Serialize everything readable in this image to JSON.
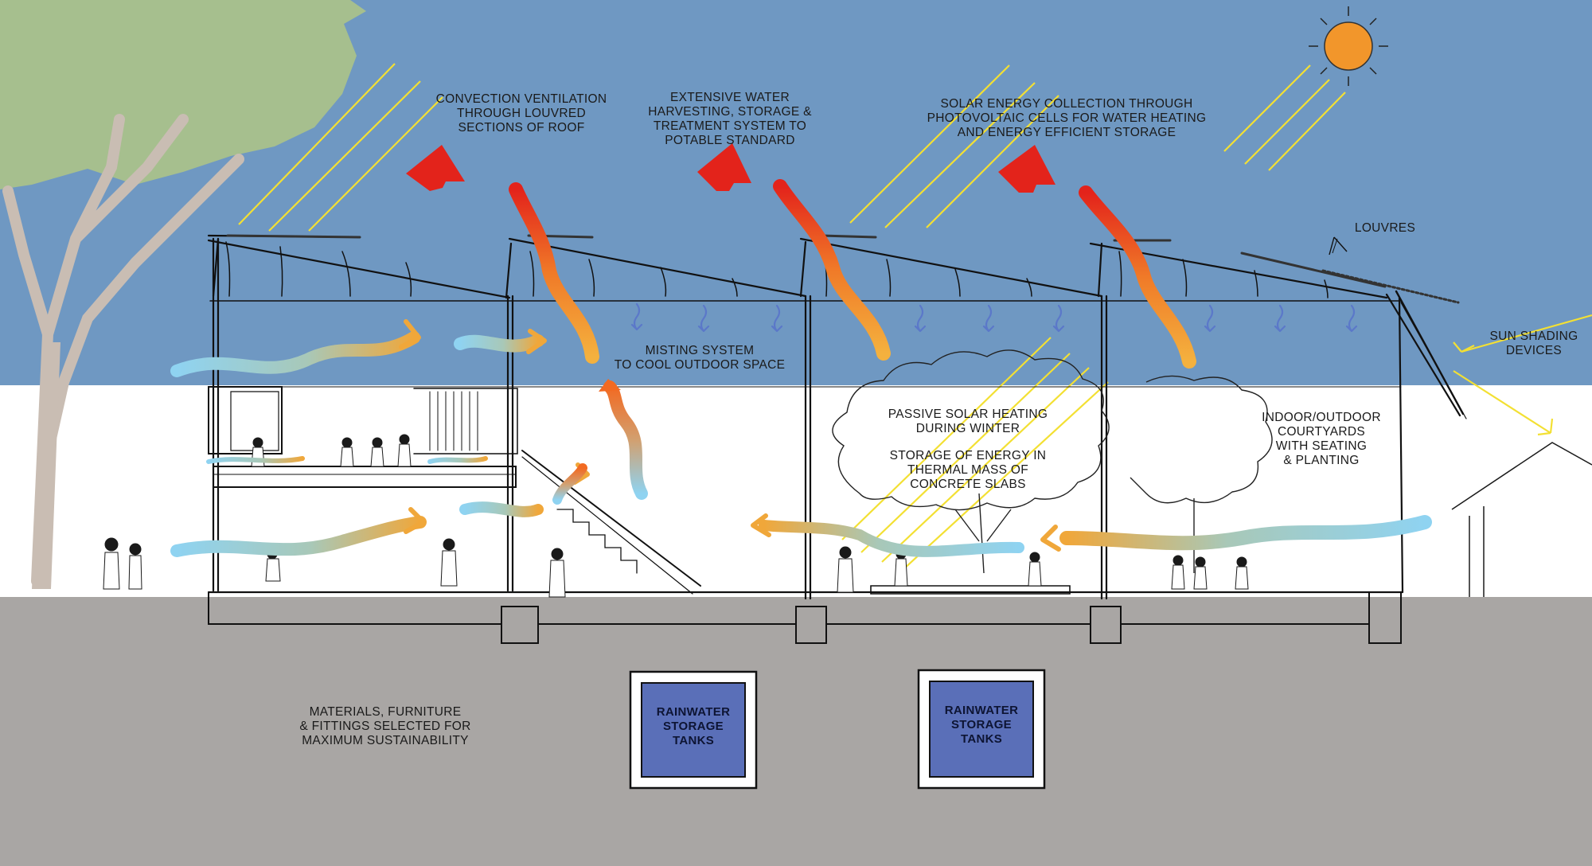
{
  "labels": {
    "convection": [
      "CONVECTION VENTILATION",
      "THROUGH LOUVRED",
      "SECTIONS OF ROOF"
    ],
    "water_harvesting": [
      "EXTENSIVE WATER",
      "HARVESTING, STORAGE &",
      "TREATMENT SYSTEM TO",
      "POTABLE STANDARD"
    ],
    "solar_energy": [
      "SOLAR ENERGY COLLECTION THROUGH",
      "PHOTOVOLTAIC CELLS FOR WATER HEATING",
      "AND ENERGY EFFICIENT STORAGE"
    ],
    "louvres": "LOUVRES",
    "sun_shading": [
      "SUN SHADING",
      "DEVICES"
    ],
    "misting": [
      "MISTING SYSTEM",
      "TO COOL OUTDOOR SPACE"
    ],
    "passive_solar": [
      "PASSIVE SOLAR HEATING",
      "DURING WINTER"
    ],
    "thermal_mass": [
      "STORAGE OF ENERGY IN",
      "THERMAL MASS OF",
      "CONCRETE SLABS"
    ],
    "courtyards": [
      "INDOOR/OUTDOOR",
      "COURTYARDS",
      "WITH SEATING",
      "& PLANTING"
    ],
    "materials": [
      "MATERIALS, FURNITURE",
      "& FITTINGS SELECTED FOR",
      "MAXIMUM SUSTAINABILITY"
    ],
    "tank_1": [
      "RAINWATER",
      "STORAGE",
      "TANKS"
    ],
    "tank_2": [
      "RAINWATER",
      "STORAGE",
      "TANKS"
    ]
  },
  "colors": {
    "sky": "#6f98c2",
    "ground": "#a9a6a4",
    "wall": "#ffffff",
    "tree_canopy": "#a6bf8e",
    "tree_trunk": "#c9bdb3",
    "sun": "#f2962b",
    "sun_rays": "#f3e033",
    "tank_fill": "#5a6fb8",
    "airflow_cool": "#8fd3f1",
    "airflow_warm": "#f0a73a",
    "airflow_hot": "#e62a1a",
    "mist": "#5b78c9"
  }
}
